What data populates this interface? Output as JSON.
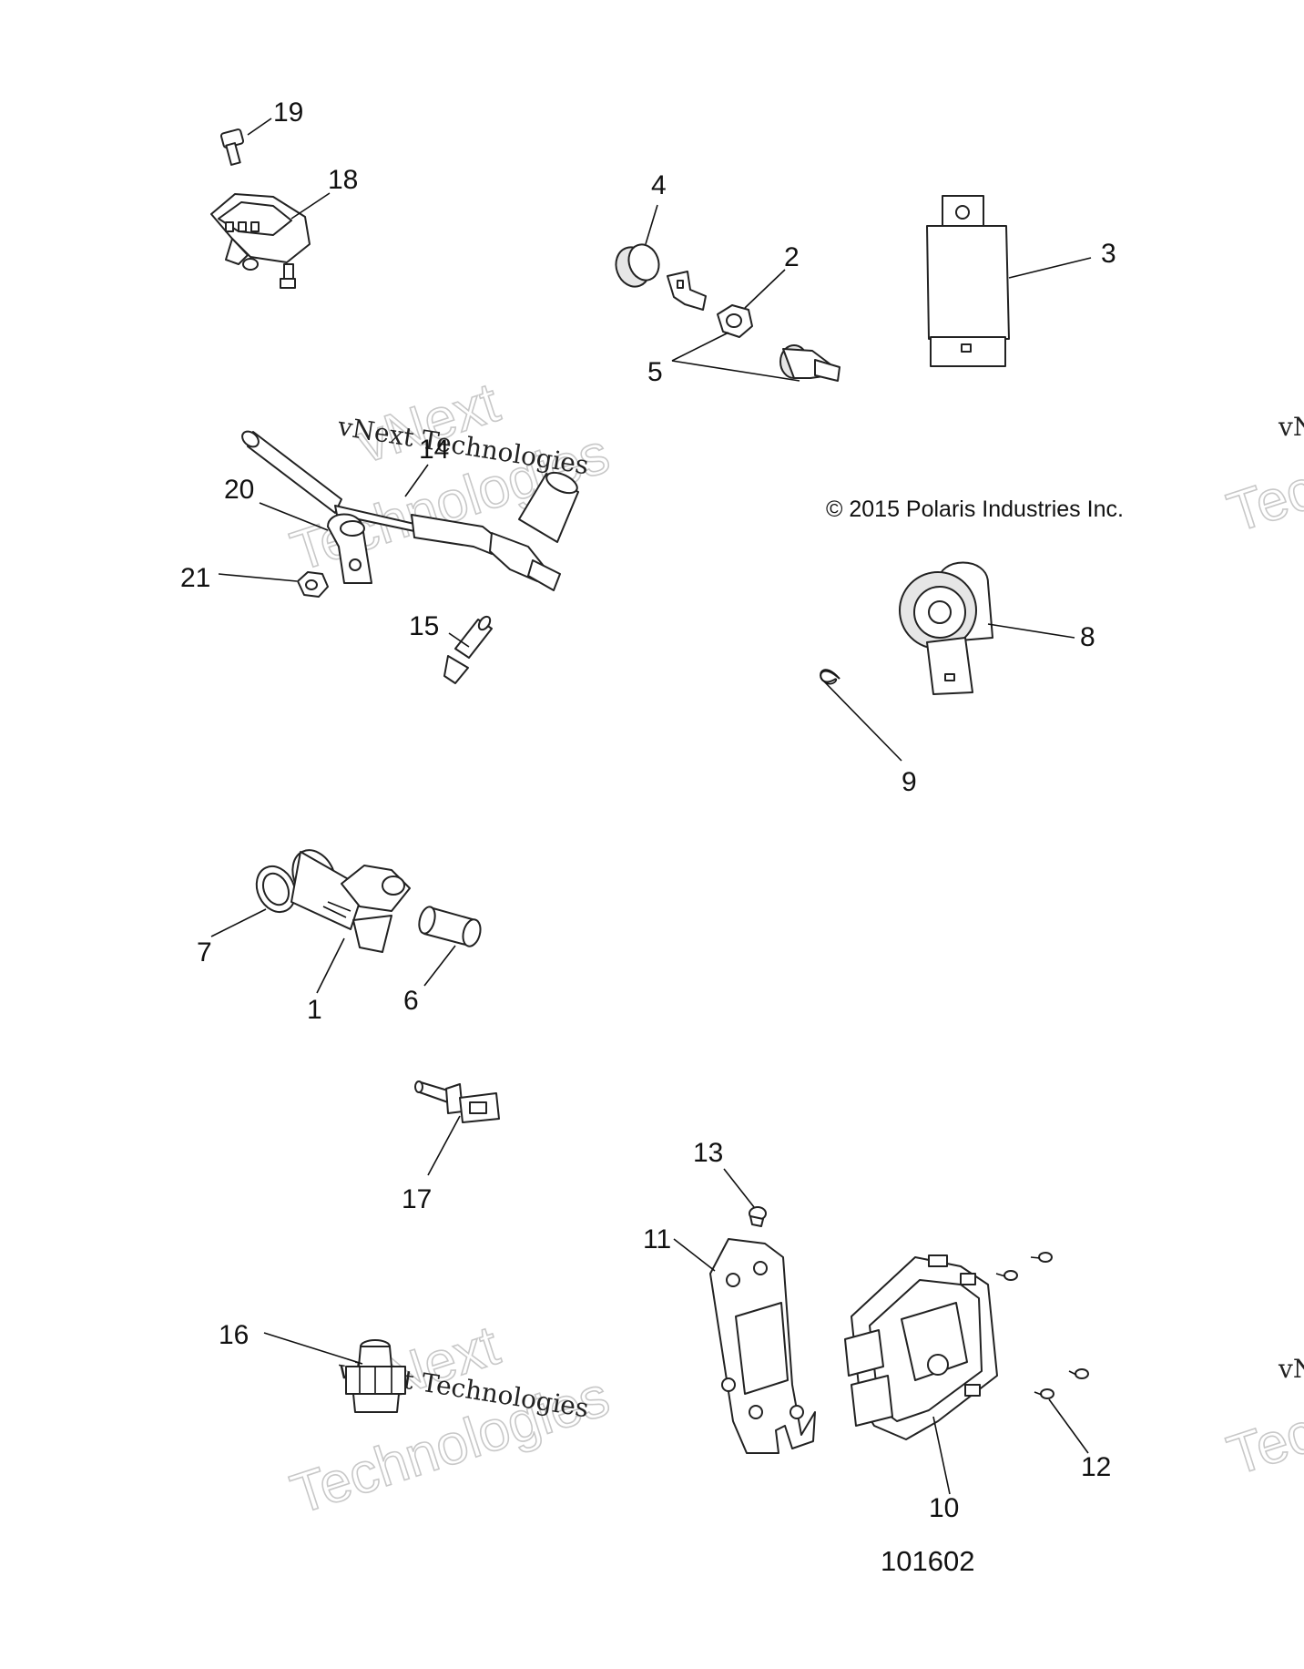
{
  "copyright": "© 2015 Polaris Industries Inc.",
  "figure_id": "101602",
  "watermark": {
    "line1": "vNext",
    "line2": "Technologies",
    "small": "vNext Technologies"
  },
  "callouts": {
    "c1": "1",
    "c2": "2",
    "c3": "3",
    "c4": "4",
    "c5": "5",
    "c6": "6",
    "c7": "7",
    "c8": "8",
    "c9": "9",
    "c10": "10",
    "c11": "11",
    "c12": "12",
    "c13": "13",
    "c14": "14",
    "c15": "15",
    "c16": "16",
    "c17": "17",
    "c18": "18",
    "c19": "19",
    "c20": "20",
    "c21": "21"
  },
  "parts": [
    {
      "callout": "1",
      "icon": "cam-position-sensor-icon"
    },
    {
      "callout": "2",
      "icon": "nut-icon"
    },
    {
      "callout": "3",
      "icon": "relay-module-icon"
    },
    {
      "callout": "4",
      "icon": "cap-icon"
    },
    {
      "callout": "5",
      "icon": "switch-kit-icon"
    },
    {
      "callout": "6",
      "icon": "bolt-icon"
    },
    {
      "callout": "7",
      "icon": "o-ring-icon"
    },
    {
      "callout": "8",
      "icon": "knock-sensor-icon"
    },
    {
      "callout": "9",
      "icon": "clip-icon"
    },
    {
      "callout": "10",
      "icon": "ecu-icon"
    },
    {
      "callout": "11",
      "icon": "bracket-icon"
    },
    {
      "callout": "12",
      "icon": "screw-icon"
    },
    {
      "callout": "13",
      "icon": "screw-icon"
    },
    {
      "callout": "14",
      "icon": "speed-sensor-icon"
    },
    {
      "callout": "15",
      "icon": "bolt-icon"
    },
    {
      "callout": "16",
      "icon": "pressure-switch-icon"
    },
    {
      "callout": "17",
      "icon": "temperature-sensor-icon"
    },
    {
      "callout": "18",
      "icon": "map-sensor-icon"
    },
    {
      "callout": "19",
      "icon": "bolt-icon"
    },
    {
      "callout": "20",
      "icon": "clamp-icon"
    },
    {
      "callout": "21",
      "icon": "nut-icon"
    }
  ]
}
